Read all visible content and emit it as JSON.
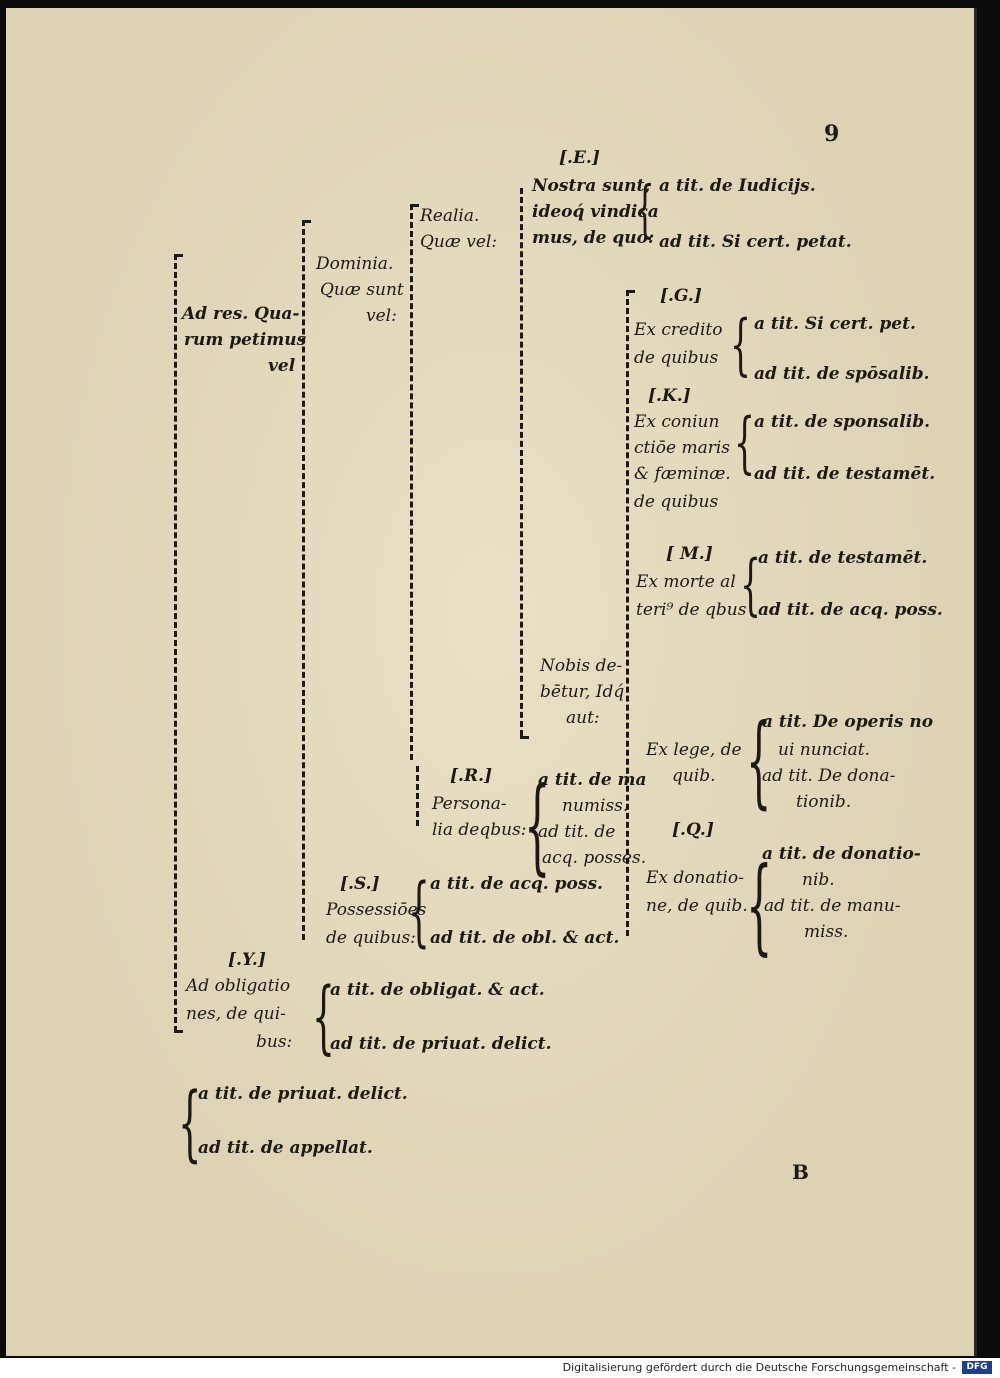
{
  "page": {
    "number": "9",
    "signature": "B"
  },
  "labels": {
    "E": "[.E.]",
    "G": "[.G.]",
    "K": "[.K.]",
    "M": "[ M.]",
    "Q": "[.Q.]",
    "R": "[.R.]",
    "S": "[.S.]",
    "Y": "[.Y.]"
  },
  "root": {
    "line1": "Ad res. Qua-",
    "line2": "rum petimus",
    "line3": "vel"
  },
  "dominia": {
    "line1": "Dominia.",
    "line2": "Quæ sunt",
    "line3": "vel:"
  },
  "realia": {
    "line1": "Realia.",
    "line2": "Quæ vel:"
  },
  "nostra": {
    "line1": "Nostra sunt,",
    "line2": "ideoq́ vindica",
    "line3": "mus, de quo:",
    "ref1": "a tit. de Iudicijs.",
    "ref2": "ad tit. Si cert. petat."
  },
  "nobis": {
    "line1": "Nobis de-",
    "line2": "bētur, Idq́",
    "line3": "aut:"
  },
  "credito": {
    "line1": "Ex credito",
    "line2": "de quibus",
    "ref1": "a tit. Si cert. pet.",
    "ref2": "ad tit. de spōsalib."
  },
  "coniunctione": {
    "line1": "Ex coniun",
    "line2": "ctiōe maris",
    "line3": "& fæminæ.",
    "line4": "de quibus",
    "ref1": "a tit. de sponsalib.",
    "ref2": "ad tit. de testamēt."
  },
  "morte": {
    "line1": "Ex morte al",
    "line2": "teri⁹ de qbus",
    "ref1": "a tit. de testamēt.",
    "ref2": "ad tit. de acq. poss."
  },
  "lege": {
    "line1": "Ex lege, de",
    "line2": "quib.",
    "ref1a": "a tit. De operis no",
    "ref1b": "ui nunciat.",
    "ref2a": "ad tit. De dona-",
    "ref2b": "tionib."
  },
  "donatione": {
    "line1": "Ex donatio-",
    "line2": "ne, de quib.",
    "ref1a": "a tit. de donatio-",
    "ref1b": "nib.",
    "ref2a": "ad tit. de manu-",
    "ref2b": "miss."
  },
  "personalia": {
    "line1": "Persona-",
    "line2": "lia deqbus:",
    "ref1a": "a tit. de ma",
    "ref1b": "numiss.",
    "ref2a": "ad tit. de",
    "ref2b": "acq. posses."
  },
  "possessiones": {
    "line1": "Possessiōes",
    "line2": "de quibus:",
    "ref1": "a tit. de acq. poss.",
    "ref2": "ad tit. de obl. & act."
  },
  "obligationes": {
    "line1": "Ad obligatio",
    "line2": "nes, de qui-",
    "line3": "bus:",
    "ref1": "a tit. de obligat. & act.",
    "ref2": "ad tit. de priuat. delict."
  },
  "last": {
    "ref1": "a tit. de priuat. delict.",
    "ref2": "ad tit. de appellat."
  },
  "footer": {
    "text": "Digitalisierung gefördert durch die Deutsche Forschungsgemeinschaft -",
    "logo": "DFG"
  }
}
